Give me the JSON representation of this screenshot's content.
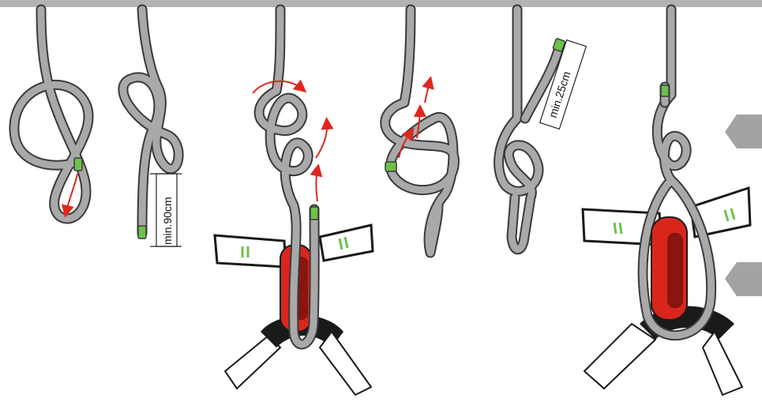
{
  "labels": {
    "min_length_step2": "min.90cm",
    "min_tail_step5": "min.25cm"
  },
  "colors": {
    "rope_fill": "#a9a9a9",
    "rope_outline": "#3a3a3a",
    "rope_tip": "#6cc24a",
    "arrow": "#e0261d",
    "belay_loop": "#d9261c",
    "harness_black": "#1a1a1a",
    "side_tab": "#a3a3a3"
  },
  "steps": [
    {
      "name": "step-1-loop",
      "icon": "rope-loop-icon"
    },
    {
      "name": "step-2-figure-eight",
      "icon": "figure-eight-icon"
    },
    {
      "name": "step-3-thread-harness",
      "icon": "harness-threading-icon"
    },
    {
      "name": "step-4-retrace",
      "icon": "retrace-knot-icon"
    },
    {
      "name": "step-5-dressed-knot",
      "icon": "dressed-knot-icon"
    },
    {
      "name": "step-6-tied-in",
      "icon": "tied-in-harness-icon"
    }
  ]
}
